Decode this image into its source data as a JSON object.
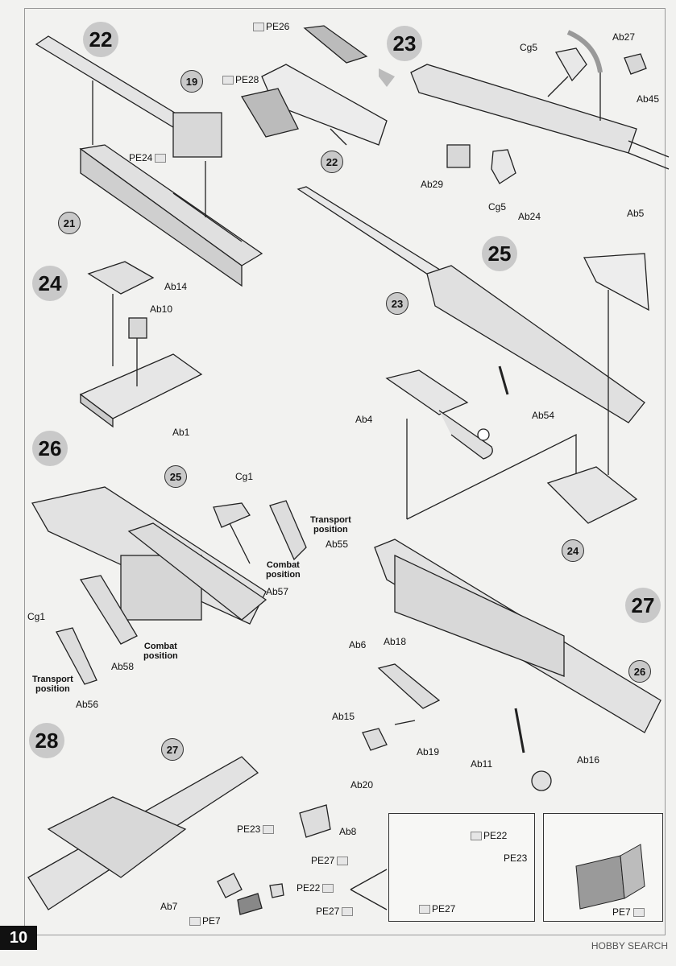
{
  "page_number": "10",
  "watermark": "HOBBY SEARCH",
  "steps": {
    "s22": "22",
    "s23": "23",
    "s24": "24",
    "s25": "25",
    "s26": "26",
    "s27": "27",
    "s28": "28"
  },
  "refs": {
    "r19": "19",
    "r21": "21",
    "r22": "22",
    "r23": "23",
    "r24": "24",
    "r25": "25",
    "r26": "26",
    "r27": "27"
  },
  "parts": {
    "pe26": "PE26",
    "pe28": "PE28",
    "pe24": "PE24",
    "cg5a": "Cg5",
    "ab27": "Ab27",
    "ab45": "Ab45",
    "ab29": "Ab29",
    "cg5b": "Cg5",
    "ab14": "Ab14",
    "ab10": "Ab10",
    "ab1": "Ab1",
    "ab24": "Ab24",
    "ab5": "Ab5",
    "ab4": "Ab4",
    "ab54": "Ab54",
    "cg1a": "Cg1",
    "ab55": "Ab55",
    "ab57": "Ab57",
    "cg1b": "Cg1",
    "ab58": "Ab58",
    "ab56": "Ab56",
    "ab6": "Ab6",
    "ab18": "Ab18",
    "ab15": "Ab15",
    "ab19": "Ab19",
    "ab11": "Ab11",
    "ab16": "Ab16",
    "ab20": "Ab20",
    "pe23a": "PE23",
    "ab8": "Ab8",
    "pe27a": "PE27",
    "pe22a": "PE22",
    "pe27b": "PE27",
    "ab7": "Ab7",
    "pe7a": "PE7",
    "pe22b": "PE22",
    "pe23b": "PE23",
    "pe27c": "PE27",
    "pe7b": "PE7"
  },
  "notes": {
    "transport1": "Transport\nposition",
    "combat1": "Combat\nposition",
    "combat2": "Combat\nposition",
    "transport2": "Transport\nposition"
  }
}
